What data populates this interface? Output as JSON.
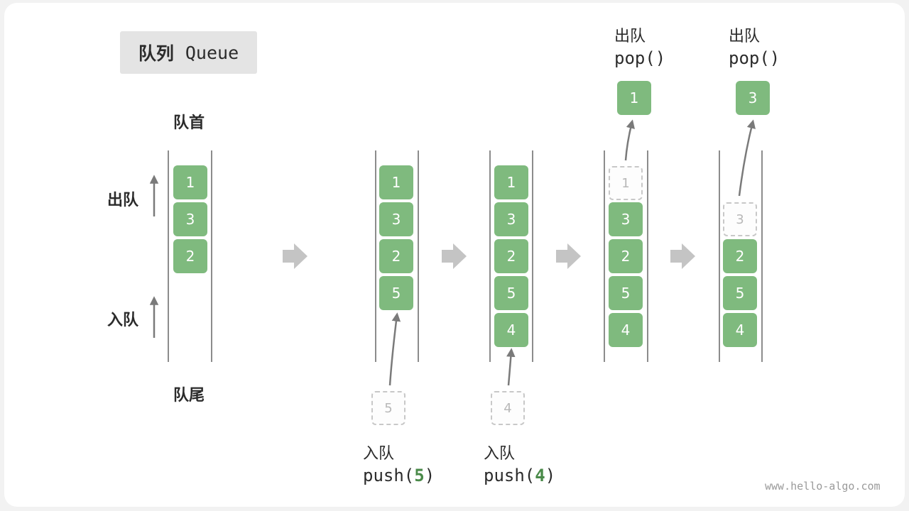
{
  "title": {
    "cn": "队列",
    "en": "Queue"
  },
  "labels": {
    "front": "队首",
    "rear": "队尾",
    "dequeue": "出队",
    "enqueue": "入队"
  },
  "stacks": [
    {
      "values": [
        "1",
        "3",
        "2"
      ],
      "ghost": ""
    },
    {
      "values": [
        "1",
        "3",
        "2",
        "5"
      ],
      "ghost": ""
    },
    {
      "values": [
        "1",
        "3",
        "2",
        "5",
        "4"
      ],
      "ghost": ""
    },
    {
      "values": [
        "3",
        "2",
        "5",
        "4"
      ],
      "ghost": "1"
    },
    {
      "values": [
        "2",
        "5",
        "4"
      ],
      "ghost": "3"
    }
  ],
  "operations": [
    {
      "cn": "入队",
      "code_prefix": "push(",
      "arg": "5",
      "code_suffix": ")",
      "ghost": "5"
    },
    {
      "cn": "入队",
      "code_prefix": "push(",
      "arg": "4",
      "code_suffix": ")",
      "ghost": "4"
    },
    {
      "cn": "出队",
      "code": "pop()",
      "popped": "1"
    },
    {
      "cn": "出队",
      "code": "pop()",
      "popped": "3"
    }
  ],
  "watermark": "www.hello-algo.com",
  "colors": {
    "cell": "#7fba7e",
    "accent": "#4a8a49",
    "arrow": "#7a7a7a",
    "step_arrow": "#c4c4c4"
  }
}
